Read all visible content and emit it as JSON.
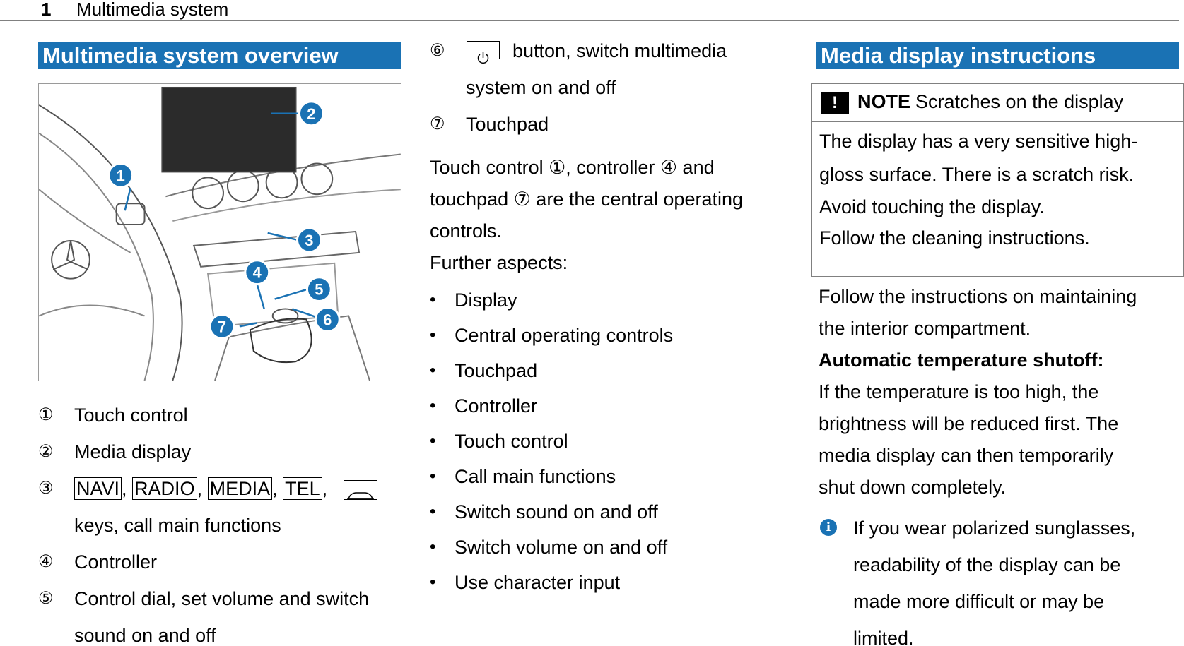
{
  "header": {
    "page_number": "1",
    "section": "Multimedia system"
  },
  "overview": {
    "title": "Multimedia system overview",
    "figure_callouts": [
      "1",
      "2",
      "3",
      "4",
      "5",
      "6",
      "7"
    ],
    "items": [
      {
        "num": "①",
        "text": "Touch control"
      },
      {
        "num": "②",
        "text": "Media display"
      },
      {
        "num": "③",
        "keys": [
          "NAVI",
          "RADIO",
          "MEDIA",
          "TEL"
        ],
        "sep": ",",
        "text_after": "keys, call main functions"
      },
      {
        "num": "④",
        "text": "Controller"
      },
      {
        "num": "⑤",
        "text_line1": "Control dial, set volume and switch",
        "text_line2": "sound on and off"
      },
      {
        "num": "⑥",
        "text_line1": "button, switch multimedia",
        "text_line2": "system on and off"
      },
      {
        "num": "⑦",
        "text": "Touchpad"
      }
    ]
  },
  "central": {
    "para_line1": "Touch control ①, controller ④ and",
    "para_line2": "touchpad ⑦ are the central operating",
    "para_line3": "controls.",
    "further": "Further aspects:",
    "bullets": [
      "Display",
      "Central operating controls",
      "Touchpad",
      "Controller",
      "Touch control",
      "Call main functions",
      "Switch sound on and off",
      "Switch volume on and off",
      "Use character input"
    ]
  },
  "media": {
    "title": "Media display instructions",
    "note": {
      "excl": "!",
      "label": "NOTE",
      "title": "Scratches on the display",
      "lines": [
        "The display has a very sensitive high-",
        "gloss surface. There is a scratch risk.",
        "Avoid touching the display.",
        "Follow the cleaning instructions."
      ]
    },
    "para_lines": [
      "Follow the instructions on maintaining",
      "the interior compartment."
    ],
    "auto_heading": "Automatic temperature shutoff:",
    "auto_lines": [
      "If the temperature is too high, the",
      "brightness will be reduced first. The",
      "media display can then temporarily",
      "shut down completely."
    ],
    "info_icon": "i",
    "info_lines": [
      "If you wear polarized sunglasses,",
      "readability of the display can be",
      "made more difficult or may be",
      "limited."
    ]
  }
}
